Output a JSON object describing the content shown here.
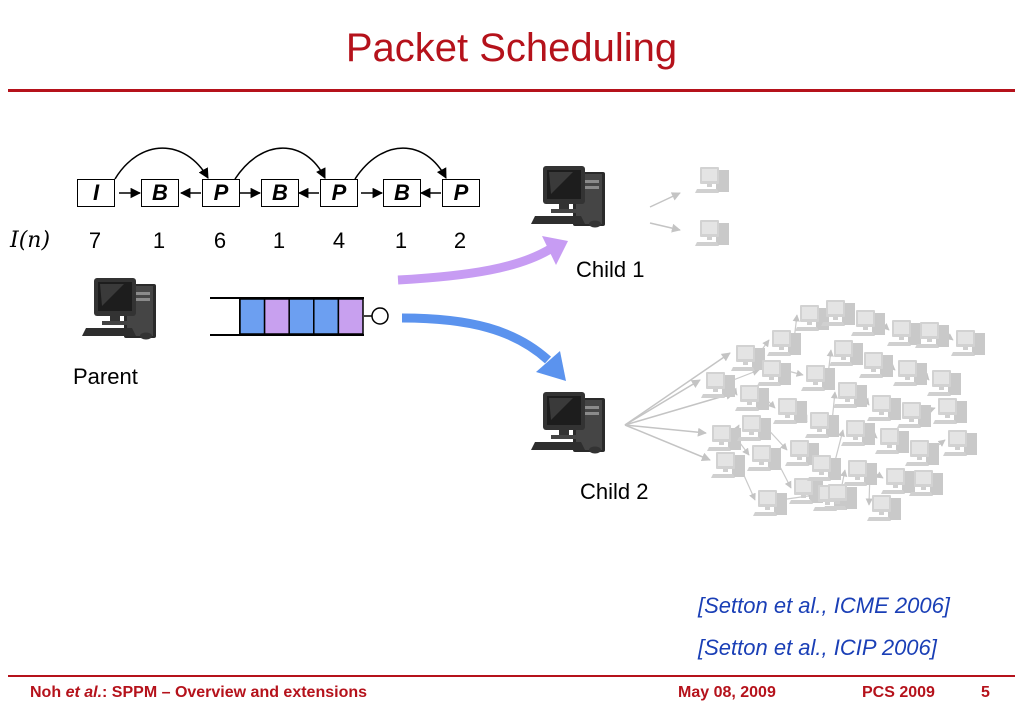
{
  "title": "Packet Scheduling",
  "frames": [
    {
      "type": "I",
      "importance": "7"
    },
    {
      "type": "B",
      "importance": "1"
    },
    {
      "type": "P",
      "importance": "6"
    },
    {
      "type": "B",
      "importance": "1"
    },
    {
      "type": "P",
      "importance": "4"
    },
    {
      "type": "B",
      "importance": "1"
    },
    {
      "type": "P",
      "importance": "2"
    }
  ],
  "importance_label": "I(n)",
  "nodes": {
    "parent": "Parent",
    "child1": "Child 1",
    "child2": "Child 2"
  },
  "queue_colors": [
    "#6c9ff1",
    "#c8a0ef",
    "#6c9ff1",
    "#6c9ff1",
    "#c8a0ef"
  ],
  "references": [
    "[Setton et al., ICME 2006]",
    "[Setton et al., ICIP 2006]"
  ],
  "footer": {
    "author": "Noh",
    "etal": "et al.",
    "talk": ": SPPM – Overview and extensions",
    "date": "May 08, 2009",
    "venue": "PCS 2009",
    "page": "5"
  },
  "colors": {
    "accent": "#b5121b",
    "reference": "#1a3fb6",
    "arrow_child1": "#c79cf3",
    "arrow_child2": "#5b93ee"
  }
}
